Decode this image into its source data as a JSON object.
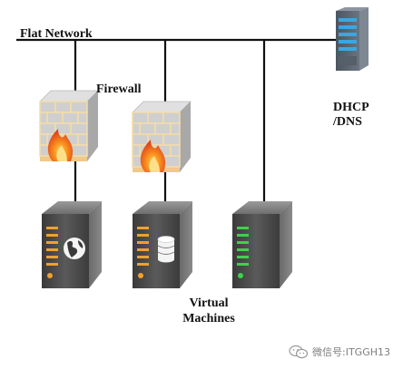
{
  "diagram": {
    "network_label": "Flat Network",
    "firewall_label": "Firewall",
    "dhcp_label_line1": "DHCP",
    "dhcp_label_line2": "/DNS",
    "vm_label_line1": "Virtual",
    "vm_label_line2": "Machines"
  },
  "watermark": {
    "text": "微信号:ITGGH13"
  },
  "colors": {
    "network_line": "#111111",
    "server_body": "#4a4a4a",
    "server_dark": "#2b2b2b",
    "led_orange": "#f0a030",
    "led_green": "#3fd14a",
    "led_blue": "#39aee0",
    "firewall_brick": "#c9c9c9",
    "firewall_mortar": "#f2c27a",
    "flame": "#f26522"
  },
  "icons": [
    "firewall-icon",
    "server-icon",
    "globe-icon",
    "database-icon",
    "wechat-icon"
  ]
}
